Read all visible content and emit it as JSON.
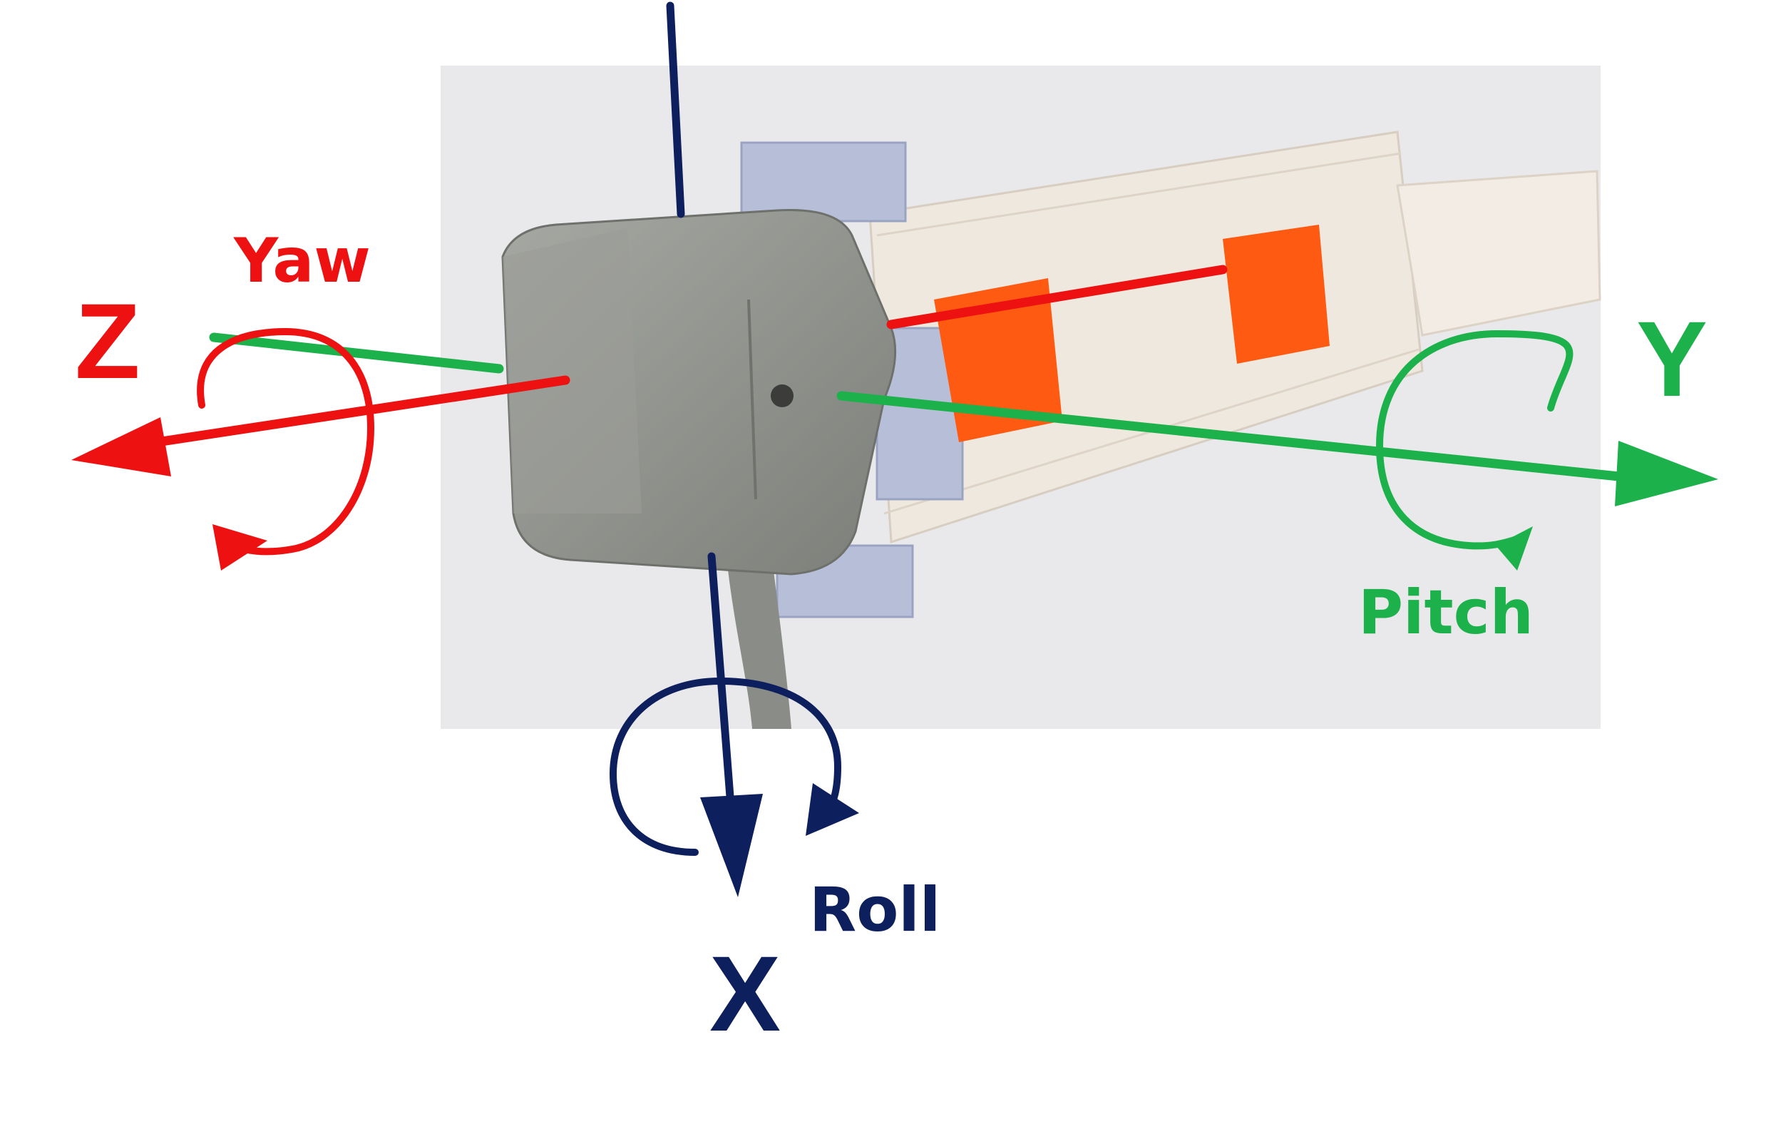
{
  "colors": {
    "z_axis": "#ee1111",
    "y_axis": "#1db14b",
    "x_axis": "#0d1f5c",
    "photo_bg": "#e9e8ea",
    "sensor_gray": "#8e908b",
    "orange_marker": "#ff5a12",
    "clear_plastic": "#ece6de",
    "blue_clip": "#b7bfd8"
  },
  "labels": {
    "z": "Z",
    "yaw": "Yaw",
    "y": "Y",
    "pitch": "Pitch",
    "x": "X",
    "roll": "Roll"
  },
  "icons": [
    "sensor-housing",
    "strap",
    "rotation-arrow",
    "axis-arrow"
  ]
}
